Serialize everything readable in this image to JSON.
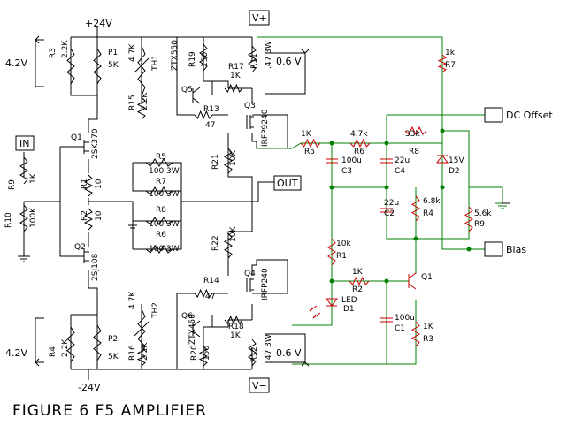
{
  "title": "FIGURE 6    F5 AMPLIFIER",
  "rails": {
    "pos": "+24V",
    "neg": "-24V",
    "vplus": "V+",
    "vminus": "V−"
  },
  "ports": {
    "in": "IN",
    "out": "OUT",
    "dc_offset": "DC Offset",
    "bias": "Bias"
  },
  "voltages": {
    "top_left": "4.2V",
    "bottom_left": "4.2V",
    "top_right": "0.6 V",
    "bottom_right": "0.6 V"
  },
  "components": {
    "R3": [
      "R3",
      "2.2K"
    ],
    "P1": [
      "P1",
      "5K"
    ],
    "TH1": [
      "TH1",
      "4.7K"
    ],
    "R15": [
      "R15",
      "2.2K"
    ],
    "R19": [
      "R19",
      "150"
    ],
    "Q5": [
      "Q5",
      "ZTX550"
    ],
    "R11": [
      "R11",
      ".47 3W"
    ],
    "R17": [
      "R17",
      "1K"
    ],
    "R13": [
      "R13",
      "47"
    ],
    "Q3": [
      "Q3",
      "IRFP9240"
    ],
    "Q1": [
      "Q1",
      "2SK370"
    ],
    "R9": [
      "R9",
      "1K"
    ],
    "R10": [
      "R10",
      "100K"
    ],
    "R1a": [
      "R1",
      "10"
    ],
    "R2a": [
      "R2",
      "10"
    ],
    "R5a": [
      "R5",
      "100 3W"
    ],
    "R7a": [
      "R7",
      "100 3W"
    ],
    "R8a": [
      "R8",
      "100 3W"
    ],
    "R6a": [
      "R6",
      "100 3W"
    ],
    "R21": [
      "R21",
      "10K"
    ],
    "R22": [
      "R22",
      "10K"
    ],
    "Q2": [
      "Q2",
      "2SJ108"
    ],
    "R14": [
      "R14",
      "47"
    ],
    "Q4": [
      "Q4",
      "IRFP240"
    ],
    "TH2": [
      "TH2",
      "4.7K"
    ],
    "R16": [
      "R16",
      "2.2K"
    ],
    "Q6": [
      "Q6",
      "ZTX450"
    ],
    "R20": [
      "R20",
      "150"
    ],
    "R18": [
      "R18",
      "1K"
    ],
    "R4a": [
      "R4",
      "2.2K"
    ],
    "P2": [
      "P2",
      "5K"
    ],
    "R12": [
      "R12",
      ".47 3W"
    ],
    "R5b": [
      "R5",
      "1K"
    ],
    "R6b": [
      "R6",
      "4.7k"
    ],
    "R8b": [
      "R8",
      "33k"
    ],
    "R7b": [
      "R7",
      "1k"
    ],
    "C3": [
      "C3",
      "100u"
    ],
    "C4": [
      "C4",
      "22u"
    ],
    "D2": [
      "D2",
      "15V"
    ],
    "C2": [
      "C2",
      "22u"
    ],
    "R4b": [
      "R4",
      "6.8k"
    ],
    "R9b": [
      "R9",
      "5.6k"
    ],
    "R1b": [
      "R1",
      "10k"
    ],
    "R2b": [
      "R2",
      "1K"
    ],
    "Q1b": [
      "Q1",
      ""
    ],
    "D1": [
      "D1",
      "LED"
    ],
    "C1": [
      "C1",
      "100u"
    ],
    "R3b": [
      "R3",
      "1K"
    ]
  }
}
